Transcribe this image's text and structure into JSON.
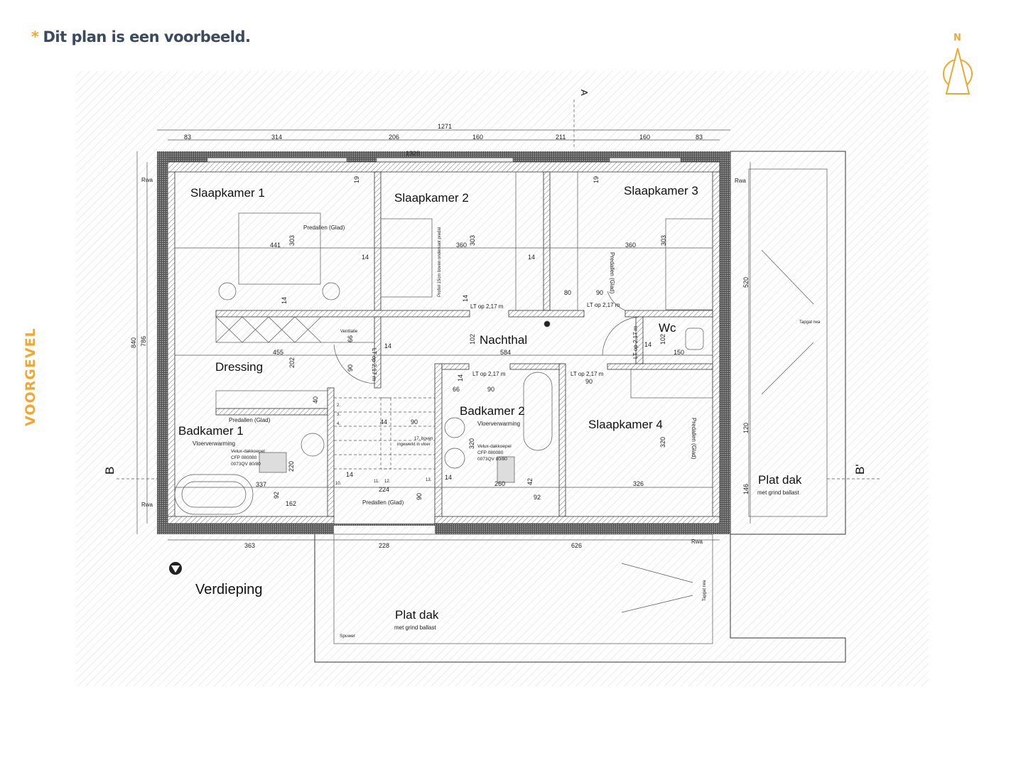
{
  "header": {
    "asterisk": "*",
    "note": "Dit plan is een voorbeeld."
  },
  "side_label": "VOORGEVEL",
  "compass": {
    "label": "N"
  },
  "colors": {
    "accent": "#f0a830",
    "text": "#3b4a5c",
    "wall": "#333333"
  },
  "floor": {
    "title": "Verdieping"
  },
  "rooms": {
    "slaapkamer1": "Slaapkamer 1",
    "slaapkamer2": "Slaapkamer 2",
    "slaapkamer3": "Slaapkamer 3",
    "slaapkamer4": "Slaapkamer 4",
    "dressing": "Dressing",
    "badkamer1": "Badkamer 1",
    "badkamer2": "Badkamer 2",
    "nachthal": "Nachthal",
    "wc": "Wc",
    "platdak_right": "Plat dak",
    "platdak_bottom": "Plat dak"
  },
  "notes": {
    "vloer1": "Vloerverwarming",
    "vloer2": "Vloerverwarming",
    "ballast_right": "met grind ballast",
    "ballast_bottom": "met grind ballast",
    "predallen1": "Predallen (Glad)",
    "predallen2": "Predallen (Glad)",
    "predallen3": "Predallen (Glad)",
    "predallen4": "Predallen (Glad)",
    "predallen5": "Predallen (Glad)",
    "profiel": "Profiel 15cm boven onderkant predal",
    "velux1": [
      "Velux-dakkoepel",
      "CFP 080080",
      "0073QV 80/80"
    ],
    "velux2": [
      "Velux-dakkoepel",
      "CFP 080080",
      "0073QV 80/80"
    ],
    "ventilatie": "Ventilatie",
    "ingewerkt": [
      "17. boven",
      "ingewerkt in vloer"
    ],
    "spuwer": "Spuwer",
    "tapgat1": "Tapgat rwa",
    "tapgat2": "Tapgat rwa",
    "rwa": [
      "Rwa",
      "Rwa",
      "Rwa",
      "Rwa"
    ],
    "lt": [
      "LT op 2,17 m",
      "LT op 2,17 m",
      "LT op 2,17 m",
      "LT op 2,17 m",
      "LT op 2,17 m",
      "LT op 2,17 m"
    ],
    "section_b": "B",
    "section_b2": "B'",
    "section_a": "A"
  },
  "dimensions": {
    "top_total": "1271",
    "top": [
      "83",
      "314",
      "206",
      "160",
      "211",
      "160",
      "83"
    ],
    "inner_top": "1328",
    "bottom": [
      "363",
      "228",
      "626"
    ],
    "left": [
      "840",
      "786"
    ],
    "right": [
      "520",
      "120",
      "146"
    ],
    "inner": [
      "441",
      "303",
      "360",
      "303",
      "360",
      "303",
      "455",
      "202",
      "584",
      "102",
      "102",
      "150",
      "90",
      "90",
      "80",
      "90",
      "66",
      "90",
      "320",
      "320",
      "326",
      "337",
      "162",
      "92",
      "220",
      "224",
      "90",
      "44",
      "90",
      "260",
      "42",
      "92",
      "19",
      "19",
      "14",
      "14",
      "14",
      "14",
      "14",
      "14",
      "14",
      "14",
      "14",
      "66",
      "40"
    ]
  },
  "stairs": [
    "2.",
    "3.",
    "4.",
    "10.",
    "11.",
    "12.",
    "13."
  ]
}
